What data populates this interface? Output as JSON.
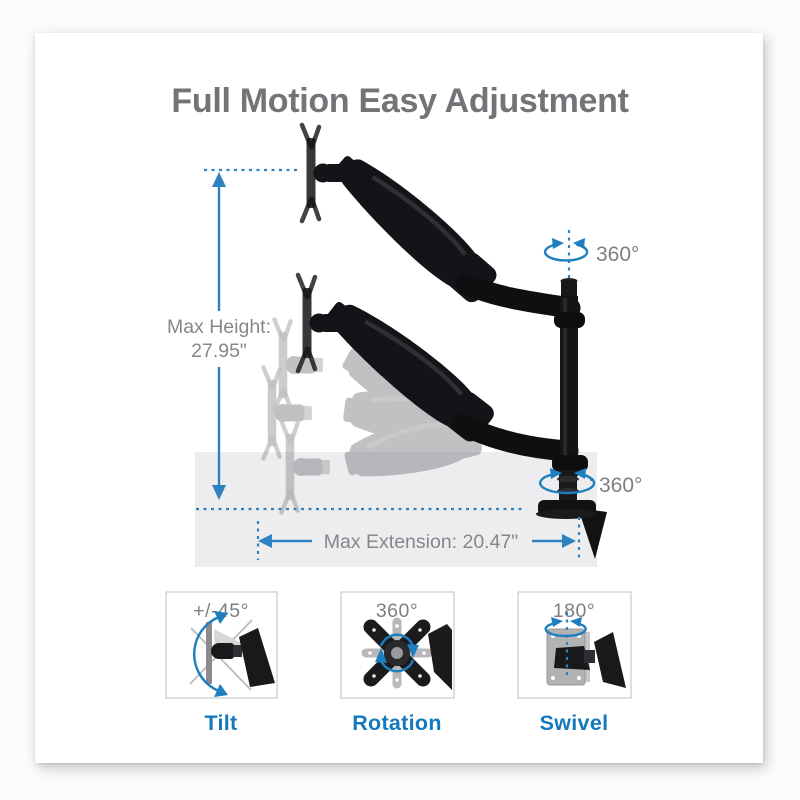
{
  "title": "Full Motion Easy Adjustment",
  "diagram": {
    "max_height_label": "Max Height:",
    "max_height_value": "27.95\"",
    "max_extension_label": "Max Extension: 20.47\"",
    "pole_rotation_label": "360°",
    "base_rotation_label": "360°"
  },
  "features": [
    {
      "value": "+/-45°",
      "label": "Tilt"
    },
    {
      "value": "360°",
      "label": "Rotation"
    },
    {
      "value": "180°",
      "label": "Swivel"
    }
  ],
  "colors": {
    "annotation_blue": "#2e82c0",
    "feature_label_blue": "#1478bd",
    "measure_text_gray": "#85878b",
    "title_gray": "#737478",
    "arm_black": "#141418",
    "ghost_gray": "#6e6e74",
    "desk_gray": "#ededef"
  }
}
